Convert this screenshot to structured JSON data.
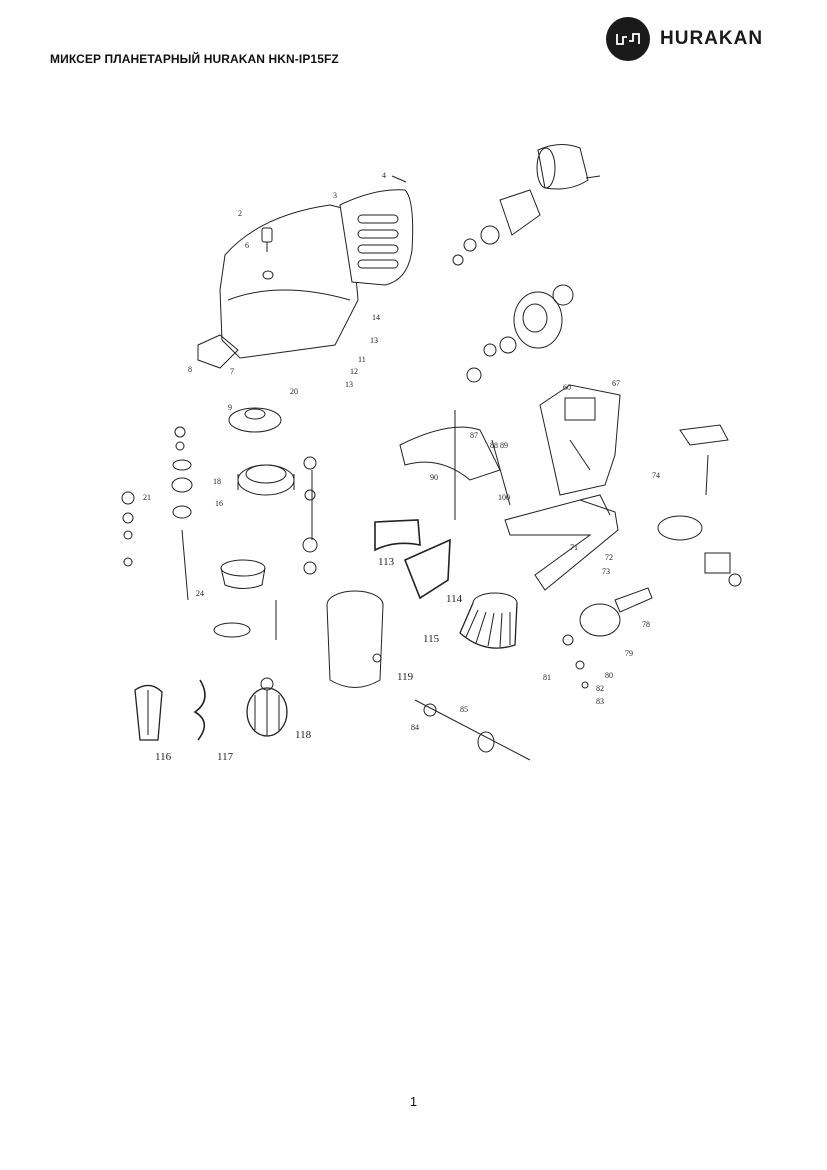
{
  "header": {
    "title": "МИКСЕР ПЛАНЕТАРНЫЙ HURAKAN HKN-IP15FZ",
    "brand": "HURAKAN"
  },
  "diagram": {
    "labels": {
      "l2": "2",
      "l3": "3",
      "l4": "4",
      "l6": "6",
      "l7": "7",
      "l8": "8",
      "l9": "9",
      "l11": "11",
      "l12": "12",
      "l13": "13",
      "l13b": "13",
      "l14": "14",
      "l16": "16",
      "l18": "18",
      "l20": "20",
      "l21": "21",
      "l24": "24",
      "l60": "60",
      "l67": "67",
      "l71": "71",
      "l72": "72",
      "l73": "73",
      "l74": "74",
      "l78": "78",
      "l79": "79",
      "l80": "80",
      "l81": "81",
      "l82": "82",
      "l83": "83",
      "l84": "84",
      "l85": "85",
      "l87": "87",
      "l88": "88",
      "l89": "89",
      "l90": "90",
      "l100": "100",
      "l113": "113",
      "l114": "114",
      "l115": "115",
      "l116": "116",
      "l117": "117",
      "l118": "118",
      "l119": "119"
    }
  },
  "footer": {
    "page_number": "1"
  }
}
